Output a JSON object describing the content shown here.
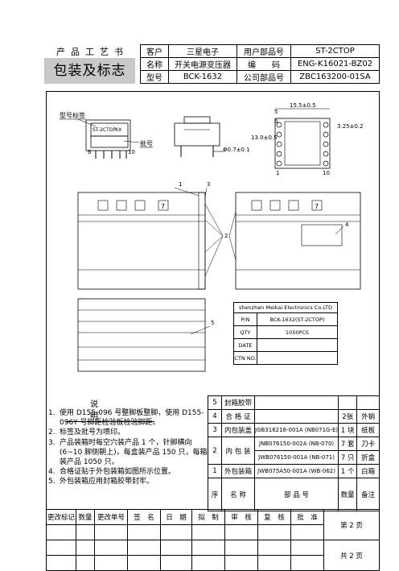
{
  "header": {
    "title": "产品工艺书",
    "name": "包装及标志",
    "rows": [
      [
        "客户",
        "三星电子",
        "用户部品号",
        "ST-2CTOP"
      ],
      [
        "名称",
        "开关电源变压器",
        "编　　码",
        "ENG-K16021-BZ02"
      ],
      [
        "型号",
        "BCK-1632",
        "公司部品号",
        "ZBC163200-01SA"
      ]
    ]
  },
  "drawing": {
    "model_label_caption": "型号标签",
    "model_label_text": "ST-2CTOP",
    "model_label_suffix": "XX",
    "batch_caption": "批号",
    "pin6": "6",
    "pin10": "10",
    "pin_diameter": "Φ0.7±0.1",
    "dim_width": "15.5±0.5",
    "dim_height": "13.0±0.5",
    "dim_right": "3.25±0.2",
    "pin5": "5",
    "pin6b": "6",
    "pin1": "1",
    "pin10b": "10",
    "callout1": "1",
    "callout2": "2",
    "callout3": "3",
    "callout4": "4",
    "callout5": "5",
    "box_mark_number": "7"
  },
  "carton_label": {
    "company": "shenzhen Meikai Electronics Co.LTD",
    "rows": [
      [
        "P/N",
        "BCK-1632(ST-2CTOP)"
      ],
      [
        "QTY",
        "1050PCS"
      ],
      [
        "DATE",
        ""
      ],
      [
        "CTN NO.",
        ""
      ]
    ]
  },
  "notes": {
    "heading": "说明",
    "items": [
      {
        "num": "1.",
        "text": "使用 D155-096 号整脚板整脚，使用 D155-096Y 号脚距检验板检验脚距。"
      },
      {
        "num": "2.",
        "text": "标签及批号为喷印。"
      },
      {
        "num": "3.",
        "text": "产品装箱时每空穴装产品 1 个，针脚横向 (6~10 脚侧朝上)，每盒装产品 150 只，每箱装产品 1050 只。"
      },
      {
        "num": "4.",
        "text": "合格证贴于外包装箱如图所示位置。"
      },
      {
        "num": "5.",
        "text": "外包装箱应用封箱胶带封牢。"
      }
    ]
  },
  "parts": {
    "rows": [
      {
        "seq": "5",
        "name": "封箱胶带",
        "code": "",
        "qty": "",
        "note": ""
      },
      {
        "seq": "4",
        "name": "合 格 证",
        "code": "",
        "qty": "2张",
        "note": "外销"
      },
      {
        "seq": "3",
        "name": "内包装盖",
        "code": "JGB316218-001A (NB071G-E)",
        "qty": "1 块",
        "note": "纸板"
      },
      {
        "seq": "2",
        "name": "内 包 装",
        "code": "JNB076150-002A (NB-070)",
        "qty": "7 套",
        "note": "刀卡"
      },
      {
        "seq": "",
        "name": "",
        "code": "JWB076150-001A (NB-071)",
        "qty": "7 只",
        "note": "折盒"
      },
      {
        "seq": "1",
        "name": "外包装箱",
        "code": "JWB075A50-001A (WB-062)",
        "qty": "1 个",
        "note": "白箱"
      }
    ],
    "head": {
      "seq": "序",
      "name": "名 称",
      "code": "部 品 号",
      "qty": "数量",
      "note": "备注"
    }
  },
  "footer": {
    "cols": [
      "更改标记",
      "数量",
      "更改单号",
      "签　名",
      "日　期",
      "拟　制",
      "审　核",
      "复　核",
      "批　准"
    ],
    "page": "第 2 页",
    "total": "共 2 页"
  }
}
